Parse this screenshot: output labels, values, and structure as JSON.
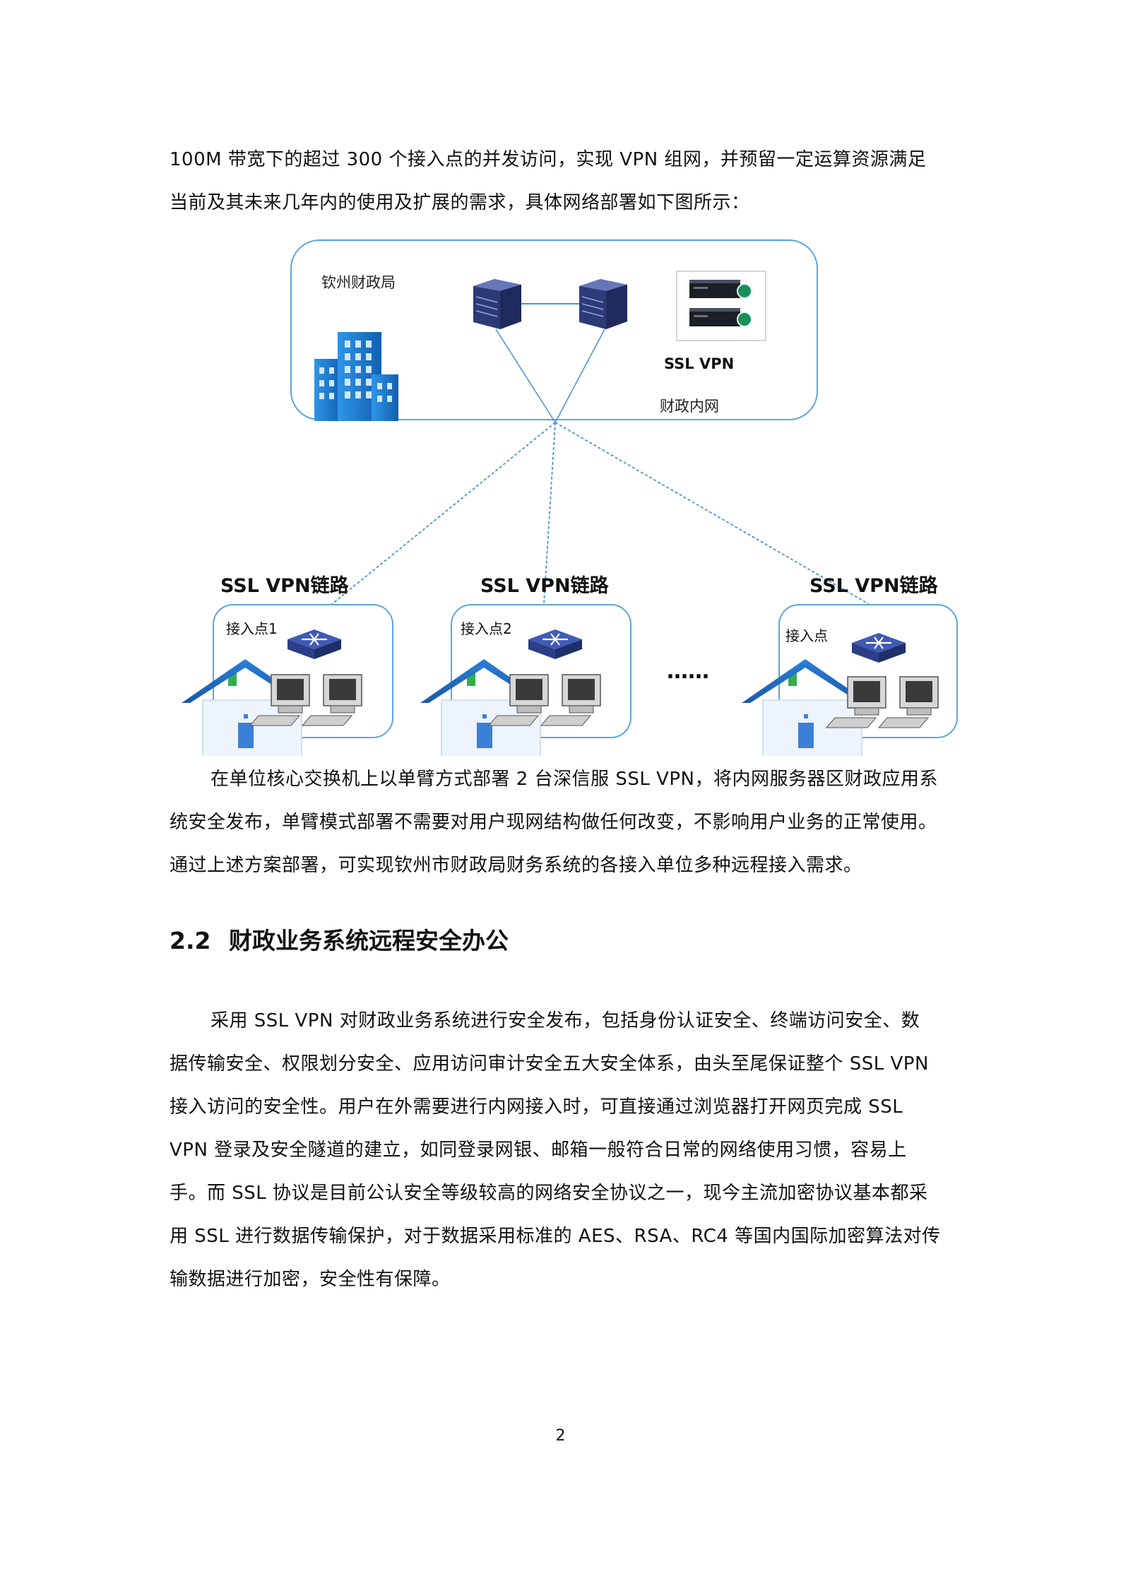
{
  "intro": {
    "lines": [
      "100M 带宽下的超过 300 个接入点的并发访问，实现 VPN 组网，并预留一定运算资源满足",
      "当前及其未来几年内的使用及扩展的需求，具体网络部署如下图所示："
    ]
  },
  "diagram": {
    "hq_label": "钦州财政局",
    "ssl_vpn_label": "SSL VPN",
    "intranet_label": "财政内网",
    "ellipsis": "……",
    "branches": [
      {
        "link_label": "SSL VPN链路",
        "access_label": "接入点1"
      },
      {
        "link_label": "SSL VPN链路",
        "access_label": "接入点2"
      },
      {
        "link_label": "SSL VPN链路",
        "access_label": "接入点"
      }
    ],
    "colors": {
      "border": "#5aa6e0",
      "link_line": "#4a90d9",
      "device": "#3a4a8a",
      "building": "#1e7fd6"
    }
  },
  "para1": {
    "lines": [
      "在单位核心交换机上以单臂方式部署 2 台深信服 SSL VPN，将内网服务器区财政应用系",
      "统安全发布，单臂模式部署不需要对用户现网结构做任何改变，不影响用户业务的正常使用。",
      "通过上述方案部署，可实现钦州市财政局财务系统的各接入单位多种远程接入需求。"
    ]
  },
  "section": {
    "number": "2.2",
    "title": "财政业务系统远程安全办公"
  },
  "para2": {
    "lines": [
      "采用 SSL VPN 对财政业务系统进行安全发布，包括身份认证安全、终端访问安全、数",
      "据传输安全、权限划分安全、应用访问审计安全五大安全体系，由头至尾保证整个 SSL VPN",
      "接入访问的安全性。用户在外需要进行内网接入时，可直接通过浏览器打开网页完成 SSL",
      "VPN 登录及安全隧道的建立，如同登录网银、邮箱一般符合日常的网络使用习惯，容易上",
      "手。而 SSL 协议是目前公认安全等级较高的网络安全协议之一，现今主流加密协议基本都采",
      "用 SSL 进行数据传输保护，对于数据采用标准的 AES、RSA、RC4 等国内国际加密算法对传",
      "输数据进行加密，安全性有保障。"
    ]
  },
  "page_number": "2"
}
